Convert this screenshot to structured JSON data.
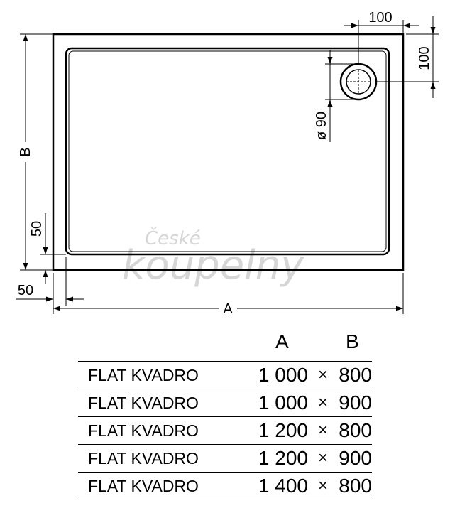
{
  "drawing": {
    "dim_top": "100",
    "dim_right": "100",
    "dim_drain": "ø 90",
    "dim_b": "B",
    "dim_a": "A",
    "dim_side": "50",
    "dim_bottom": "50",
    "watermark_line1": "České",
    "watermark_line2": "koupelny"
  },
  "table": {
    "header_a": "A",
    "header_b": "B",
    "times_symbol": "×",
    "rows": [
      {
        "name": "FLAT KVADRO",
        "a": "1 000",
        "b": "800"
      },
      {
        "name": "FLAT KVADRO",
        "a": "1 000",
        "b": "900"
      },
      {
        "name": "FLAT KVADRO",
        "a": "1 200",
        "b": "800"
      },
      {
        "name": "FLAT KVADRO",
        "a": "1 200",
        "b": "900"
      },
      {
        "name": "FLAT KVADRO",
        "a": "1 400",
        "b": "800"
      }
    ]
  }
}
